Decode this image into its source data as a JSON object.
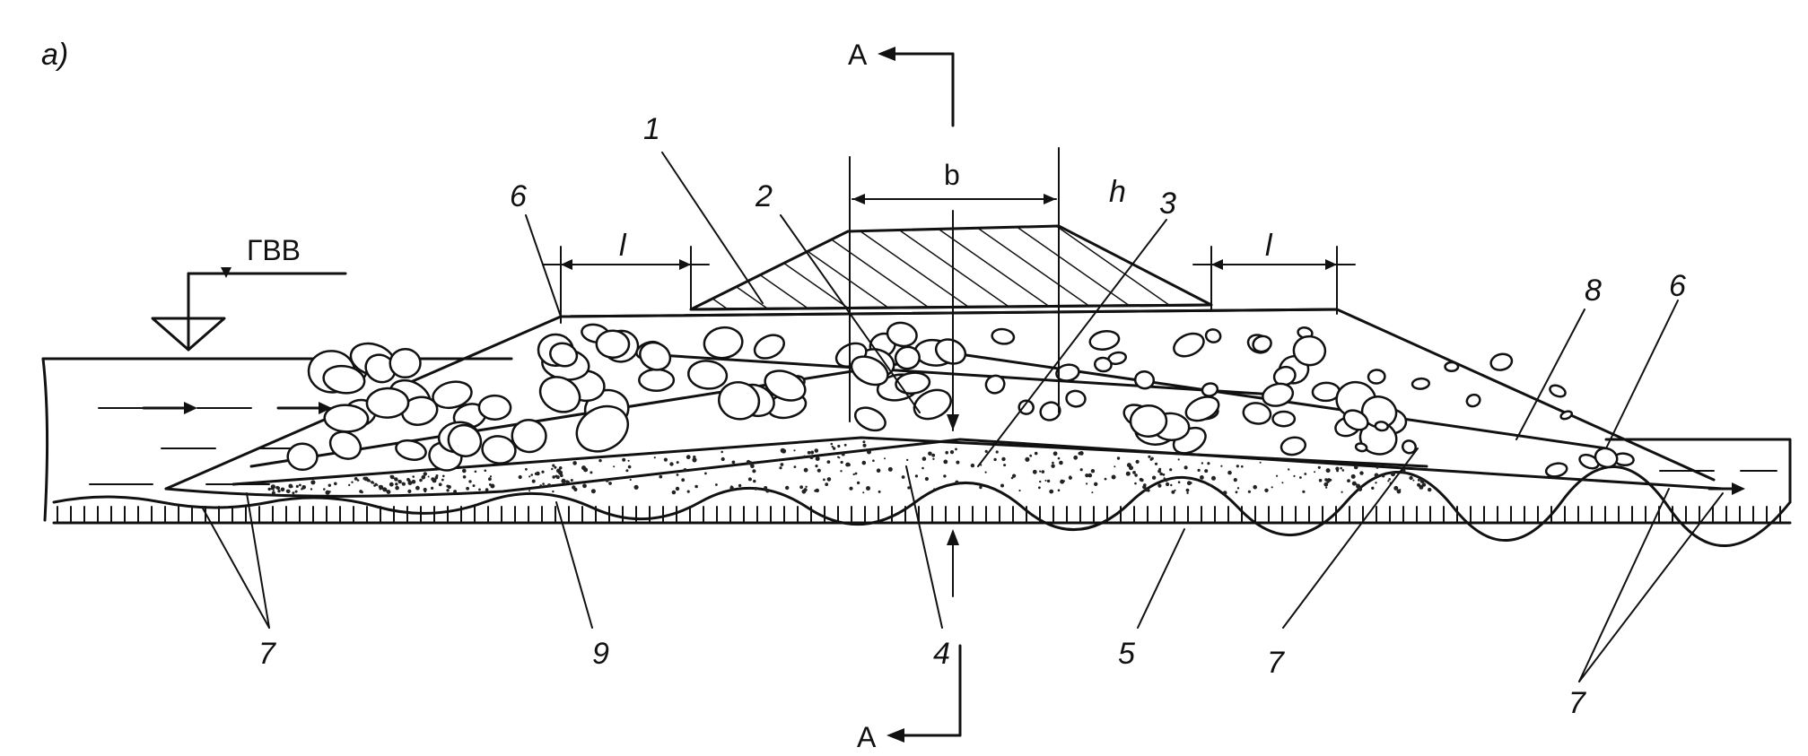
{
  "figure": {
    "panel_label": "a)",
    "section_label_top": "A",
    "section_label_bottom": "A",
    "water_level_label": "ГВВ",
    "dimension_b": "b",
    "dimension_h": "h",
    "dimension_l_left": "l",
    "dimension_l_right": "l"
  },
  "callouts": [
    {
      "id": "c1",
      "text": "1"
    },
    {
      "id": "c2",
      "text": "2"
    },
    {
      "id": "c3",
      "text": "3"
    },
    {
      "id": "c4",
      "text": "4"
    },
    {
      "id": "c5",
      "text": "5"
    },
    {
      "id": "c6a",
      "text": "6"
    },
    {
      "id": "c6b",
      "text": "6"
    },
    {
      "id": "c7a",
      "text": "7"
    },
    {
      "id": "c7b",
      "text": "7"
    },
    {
      "id": "c7c",
      "text": "7"
    },
    {
      "id": "c8",
      "text": "8"
    },
    {
      "id": "c9",
      "text": "9"
    }
  ],
  "colors": {
    "ink": "#111111",
    "background": "#ffffff"
  }
}
